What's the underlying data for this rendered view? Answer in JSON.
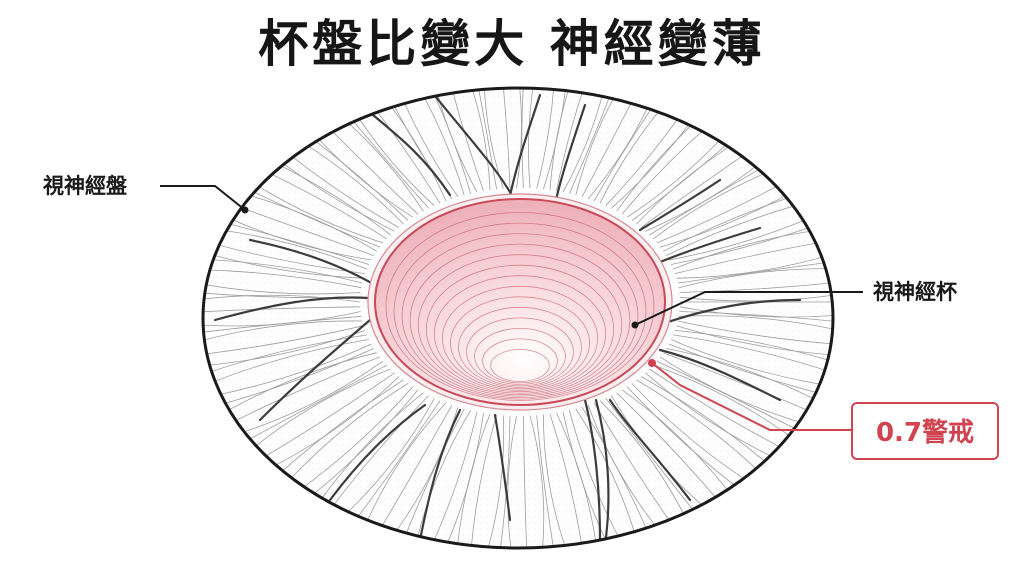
{
  "title": "杯盤比變大 神經變薄",
  "labels": {
    "disc": "視神經盤",
    "cup": "視神經杯",
    "warning": "0.7警戒"
  },
  "colors": {
    "ink": "#1a1a1a",
    "warning_red": "#d0434f",
    "cup_pink": "#f6c9cf",
    "rim_red": "#c94a57"
  }
}
